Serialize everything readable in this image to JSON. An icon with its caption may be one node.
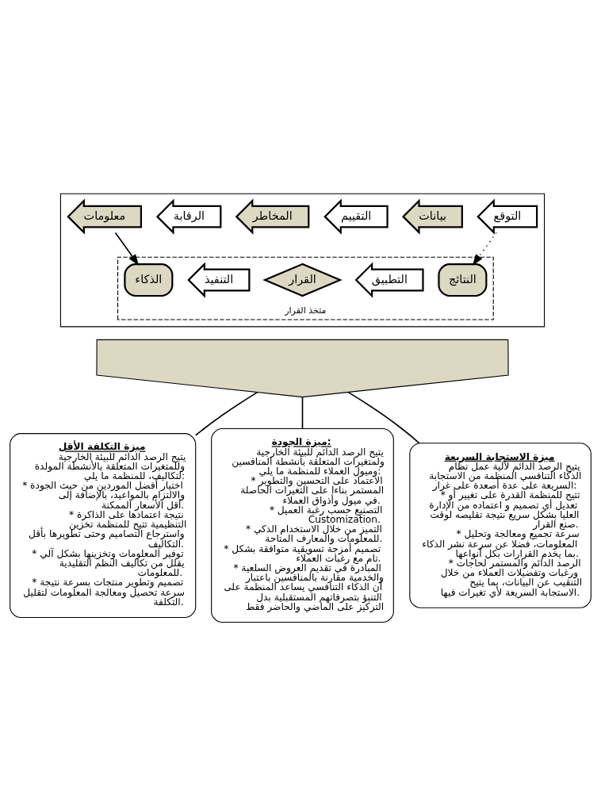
{
  "diagram": {
    "nodes": [
      {
        "text": [],
        "shape": "box"
      },
      {
        "text": [
          "التوقع"
        ],
        "in": 0
      },
      {
        "text": [
          "بيانات"
        ],
        "in": 0
      },
      {
        "text": [
          "التقييم"
        ],
        "in": 0
      },
      {
        "text": [
          "المخاطر"
        ],
        "in": 0
      },
      {
        "text": [
          "الرقابة"
        ],
        "in": 0
      },
      {
        "text": [
          "معلومات"
        ],
        "in": 0
      },
      {
        "text": [
          "متخذ القرار"
        ],
        "in": 0
      },
      {
        "text": [
          "الذكاء"
        ],
        "in": 7
      },
      {
        "text": [
          "التطبيق"
        ],
        "in": 7
      },
      {
        "text": [
          "القرار"
        ],
        "in": 7
      },
      {
        "text": [
          "التنفيذ"
        ],
        "in": 7
      },
      {
        "text": [
          "النتائج"
        ],
        "in": 7
      },
      {
        "text": [],
        "shape": "arrow"
      },
      {
        "text": [
          "ميزة التكلفة الأقل",
          "يتيح الرصد الدائم للبيئة الخارجية وللمتغيرات المتعلقة بالأنشطة المولدة لتكاليف، للمنظمة ما يلي:",
          "* اختيار أفضل الموردين من حيث الجودة والالتزام بالمواعيد، بالإضافة إلى أقل الأسعار الممكنة.",
          "* نتيجة اعتمادها على الذاكرة التنظيمية تتيح للمنظمة تخزين واسترجاع التصاميم وحتى تطويرها بأقل التكاليف.",
          "* توفير المعلومات وتخزينها بشكل آلي يقلل من تكاليف النظم التقليدية للمعلومات.",
          "* تصميم وتطوير منتجات بسرعة نتيجة سرعة تحصيل ومعالجة المعلومات لتقليل التكلفة."
        ]
      },
      {
        "text": [
          "ميزة الجودة:",
          "يتيح الرصد الدائم للبيئة الخارجية ولمتغيرات المتعلقة بأنشطة المنافسين وميول العملاء للمنظمة ما يلي:",
          "* الاعتماد على التحسين والتطوير المستمر بناءا على التغيرات الحاصلة في ميول وأذواق العملاء.",
          "* التصنيع حسب رغبة العميل Customization.",
          "* التميز من خلال الاستخدام الذكي للمعلومات والمعارف المتاحة.",
          "* تصميم أمزجة تسويقية متوافقة بشكل تام مع رغبات العملاء.",
          "* المبادرة في تقديم العروض السلعية والخدمية مقارنة بالمنافسين باعتبار أن الذكاء التنافسي يساعد المنظمة على التنبؤ بتصرفاتهم المستقبلية بدل التركيز على الماضي والحاضر فقط"
        ]
      },
      {
        "text": [
          "ميزة الاستجابة السريعة",
          "يتيح الرصد الدائم لآلية عمل نظام الذكاء التنافسي المنظمة من الاستجابة السريعة على عدة أصعدة على غرار:",
          "* تتيح للمنظمة القدرة على تغيير أو تعديل أي تصميم و اعتماده من الإدارة العليا بشكل سريع نتيجة تقليصه لوقت صنع القرار.",
          "* سرعة تجميع ومعالجة وتحليل المعلومات، فضلا عن سرعة نشر الذكاء بما يخدم القرارات بكل أنواعها.",
          "* الرصد الدائم والمستمر لحاجات ورغبات وتفضيلات العملاء من خلال التنقيب عن البيانات، بما يتيح الاستجابة السريعة لأي تغيرات فيها."
        ]
      }
    ],
    "edges": [
      {
        "from": 6,
        "to": 8,
        "arrow": "to"
      },
      {
        "from": 1,
        "to": 12,
        "arrow": "to",
        "style": "dashed"
      },
      {
        "from": 13,
        "to": 14,
        "arrow": "none"
      },
      {
        "from": 13,
        "to": 15,
        "arrow": "none"
      },
      {
        "from": 13,
        "to": 16,
        "arrow": "none"
      }
    ]
  }
}
